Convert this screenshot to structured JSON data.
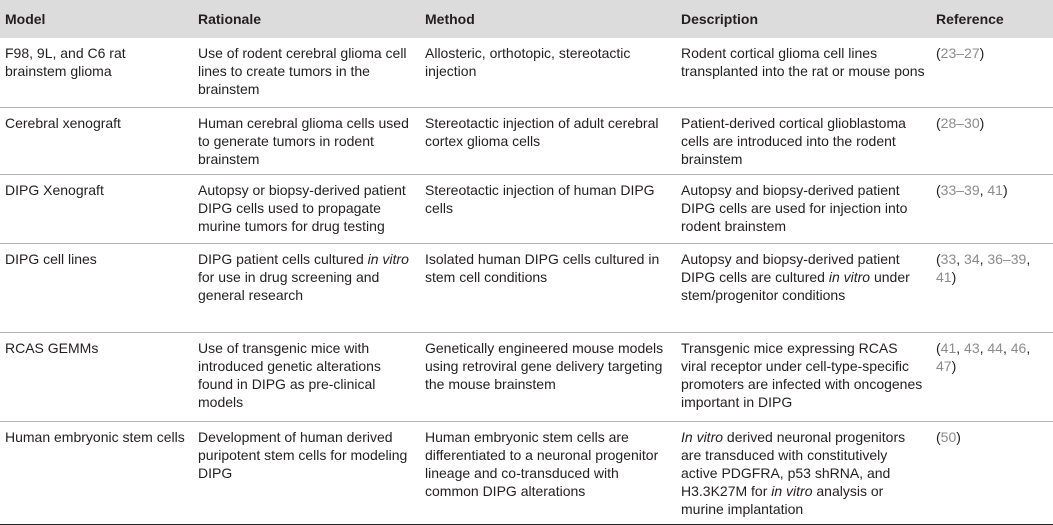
{
  "header": {
    "model": "Model",
    "rationale": "Rationale",
    "method": "Method",
    "description": "Description",
    "reference": "Reference"
  },
  "rows": [
    {
      "model": "F98, 9L, and C6 rat brainstem glioma",
      "rationale": "Use of rodent cerebral glioma cell lines to create tumors in the brainstem",
      "method": "Allosteric, orthotopic, stereotactic injection",
      "description": "Rodent cortical glioma cell lines transplanted into the rat or mouse pons",
      "reference": {
        "open": "(",
        "links": [
          "23–27"
        ],
        "close": ")"
      }
    },
    {
      "model": "Cerebral xenograft",
      "rationale": "Human cerebral glioma cells used to generate tumors in rodent brainstem",
      "method": "Stereotactic injection of adult cerebral cortex glioma cells",
      "description": "Patient-derived cortical glioblastoma cells are introduced into the rodent brainstem",
      "reference": {
        "open": "(",
        "links": [
          "28–30"
        ],
        "close": ")"
      }
    },
    {
      "model": "DIPG Xenograft",
      "rationale": "Autopsy or biopsy-derived patient DIPG cells used to propagate murine tumors for drug testing",
      "method": "Stereotactic injection of human DIPG cells",
      "description": "Autopsy and biopsy-derived patient DIPG cells are used for injection into rodent brainstem",
      "reference": {
        "open": "(",
        "links": [
          "33–39",
          "41"
        ],
        "close": ")"
      }
    },
    {
      "model": "DIPG cell lines",
      "rationale_pre": "DIPG patient cells cultured ",
      "rationale_em": "in vitro",
      "rationale_post": " for use in drug screening and general research",
      "method": "Isolated human DIPG cells cultured in stem cell conditions",
      "description_pre": "Autopsy and biopsy-derived patient DIPG cells are cultured ",
      "description_em": "in vitro",
      "description_post": " under stem/progenitor conditions",
      "reference": {
        "open": "(",
        "links": [
          "33",
          "34",
          "36–39",
          "41"
        ],
        "close": ")"
      }
    },
    {
      "model": "RCAS GEMMs",
      "rationale": "Use of transgenic mice with introduced genetic alterations found in DIPG as pre-clinical models",
      "method": "Genetically engineered mouse models using retroviral gene delivery targeting the mouse brainstem",
      "description": "Transgenic mice expressing RCAS viral receptor under cell-type-specific promoters are infected with oncogenes important in DIPG",
      "reference": {
        "open": "(",
        "links": [
          "41",
          "43",
          "44",
          "46",
          "47"
        ],
        "close": ")"
      }
    },
    {
      "model": "Human embryonic stem cells",
      "rationale": "Development of human derived puripotent stem cells for modeling DIPG",
      "method": "Human embryonic stem cells are differentiated to a neuronal progenitor lineage and co-transduced with common DIPG alterations",
      "description_em1": "In vitro",
      "description_mid": " derived neuronal progenitors are transduced with constitutively active PDGFRA, p53 shRNA, and H3.3K27M for ",
      "description_em2": "in vitro",
      "description_post": " analysis or murine implantation",
      "reference": {
        "open": "(",
        "links": [
          "50"
        ],
        "close": ")"
      }
    }
  ],
  "colors": {
    "header_bg": "#dcdcdc",
    "text": "#231f20",
    "link": "#8c8c8c",
    "rule": "#b3b3b3"
  }
}
